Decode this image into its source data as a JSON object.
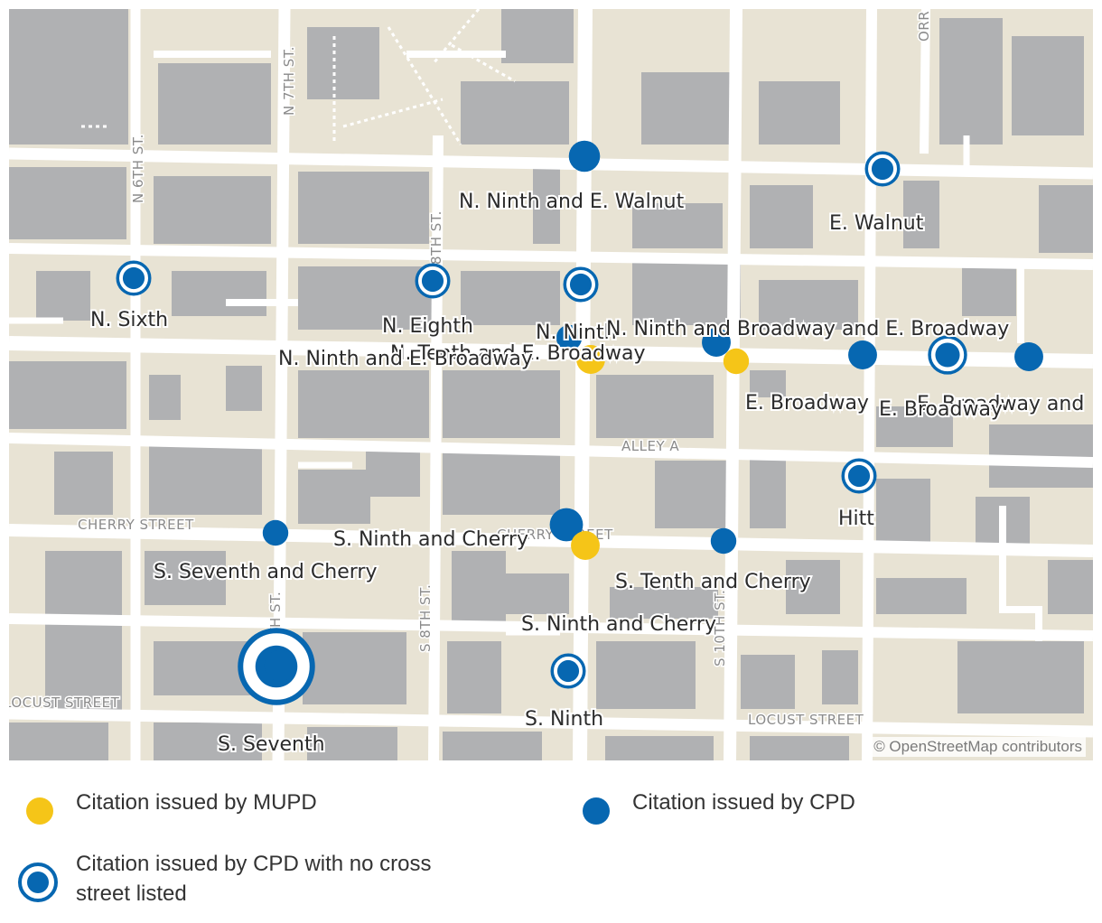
{
  "colors": {
    "mupd": "#f5c518",
    "cpd": "#0767b1",
    "road": "#ffffff",
    "building": "#b0b1b3",
    "background": "#e8e3d4",
    "footpath": "#ffffff"
  },
  "streets": {
    "n6th": "N 6TH ST.",
    "n7th": "N 7TH ST.",
    "n8th": "N 8TH ST.",
    "s8th": "S 8TH ST.",
    "s7th": "S 7TH ST.",
    "s10th": "S 10TH ST.",
    "orr": "ORR",
    "alley_a": "ALLEY A",
    "cherry_w": "CHERRY STREET",
    "cherry_c": "CHERRY STREET",
    "locust_w": "LOCUST STREET",
    "locust_e": "LOCUST STREET"
  },
  "map_labels": {
    "l1": "N. Ninth and E. Walnut",
    "l2": "E. Walnut",
    "l3": "N. Sixth",
    "l4": "N. Eighth",
    "l5": "N. Ninth",
    "l6": "N. Ninth and Broadway and E. Broadway",
    "l7": "N. Tenth and E. Broadway",
    "l8": "N. Ninth and E. Broadway",
    "l9": "E. Broadway",
    "l10": "E. Broadway and",
    "l11": "E. Broadway",
    "l12": "Hitt",
    "l13": "S. Ninth and Cherry",
    "l14": "S. Seventh and Cherry",
    "l15": "S. Tenth and Cherry",
    "l16": "S. Ninth and Cherry",
    "l17": "S. Ninth",
    "l18": "S. Seventh"
  },
  "attribution": "© OpenStreetMap contributors",
  "legend": {
    "mupd": "Citation issued by MUPD",
    "cpd": "Citation issued by CPD",
    "cpd_no_cross_line1": "Citation issued by CPD with no cross",
    "cpd_no_cross_line2": "street listed"
  },
  "markers": [
    {
      "type": "cpd",
      "count": 3
    },
    {
      "type": "cpd_no_cross",
      "count": 1
    },
    {
      "type": "cpd_no_cross",
      "count": 1
    },
    {
      "type": "cpd_no_cross",
      "count": 1
    },
    {
      "type": "cpd_no_cross",
      "count": 1
    },
    {
      "type": "cpd",
      "count": 1
    },
    {
      "type": "mupd",
      "count": 2
    },
    {
      "type": "cpd",
      "count": 2
    },
    {
      "type": "mupd",
      "count": 1
    },
    {
      "type": "cpd",
      "count": 2
    },
    {
      "type": "cpd_no_cross",
      "count": 2
    },
    {
      "type": "cpd",
      "count": 2
    },
    {
      "type": "cpd_no_cross",
      "count": 1
    },
    {
      "type": "cpd",
      "count": 1
    },
    {
      "type": "cpd",
      "count": 4
    },
    {
      "type": "mupd",
      "count": 2
    },
    {
      "type": "cpd",
      "count": 1
    },
    {
      "type": "cpd_no_cross",
      "count": 1
    },
    {
      "type": "cpd_no_cross",
      "count": 5
    },
    {
      "type": "cpd",
      "count": 3
    }
  ]
}
